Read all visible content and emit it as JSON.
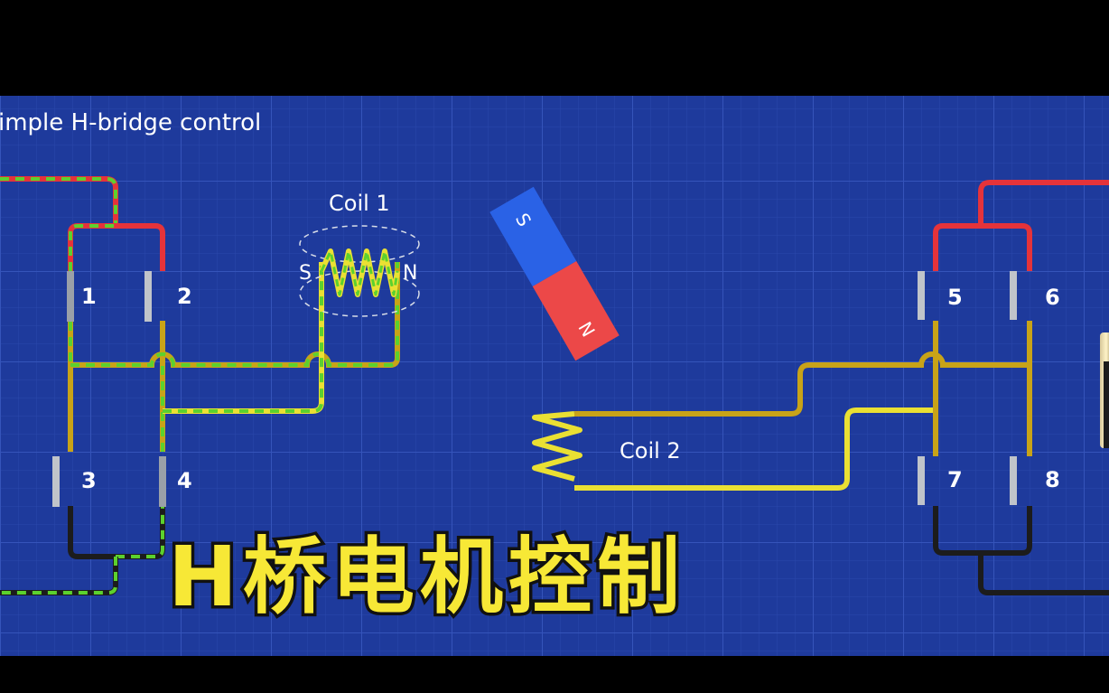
{
  "diagram": {
    "title": "imple H-bridge control",
    "coil_1": {
      "label": "Coil 1",
      "pole_left": "S",
      "pole_right": "N"
    },
    "coil_2": {
      "label": "Coil 2"
    },
    "magnet": {
      "pole_top": "S",
      "pole_bottom": "N"
    },
    "switches": [
      "1",
      "2",
      "3",
      "4",
      "5",
      "6",
      "7",
      "8"
    ],
    "caption": "H桥电机控制",
    "colors": {
      "background": "#1e3a9c",
      "grid_line": "#3452b8",
      "positive_wire": "#e5333a",
      "negative_wire": "#1c1c1c",
      "link_wire": "#c8a318",
      "active_path": "#5cd12e",
      "coil_wire": "#eae033",
      "magnet_south": "#2a62e6",
      "magnet_north": "#ec4848",
      "caption_fill": "#f7e836"
    }
  }
}
